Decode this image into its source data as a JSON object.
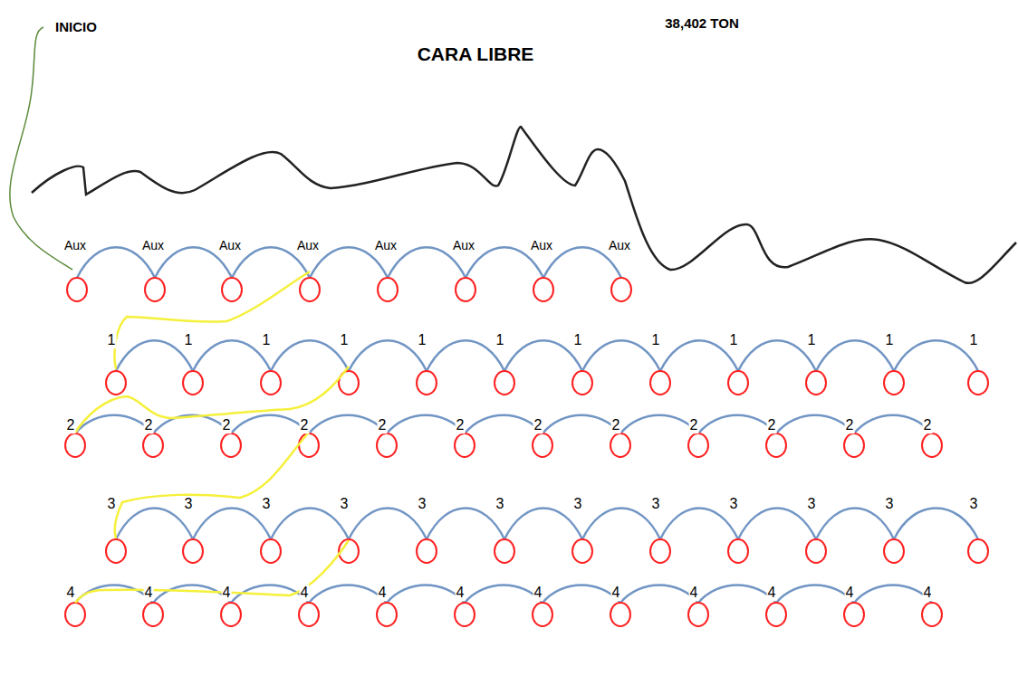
{
  "diagram": {
    "labels": [
      "INICIO",
      "CARA LIBRE",
      "38,402 TON",
      "Aux",
      "Aux",
      "Aux",
      "Aux",
      "Aux",
      "Aux",
      "Aux",
      "Aux",
      "1",
      "1",
      "1",
      "1",
      "1",
      "1",
      "1",
      "1",
      "1",
      "1",
      "1",
      "1",
      "2",
      "2",
      "2",
      "2",
      "2",
      "2",
      "2",
      "2",
      "2",
      "2",
      "2",
      "2",
      "3",
      "3",
      "3",
      "3",
      "3",
      "3",
      "3",
      "3",
      "3",
      "3",
      "3",
      "3",
      "4",
      "4",
      "4",
      "4",
      "4",
      "4",
      "4",
      "4",
      "4",
      "4",
      "4",
      "4"
    ]
  }
}
